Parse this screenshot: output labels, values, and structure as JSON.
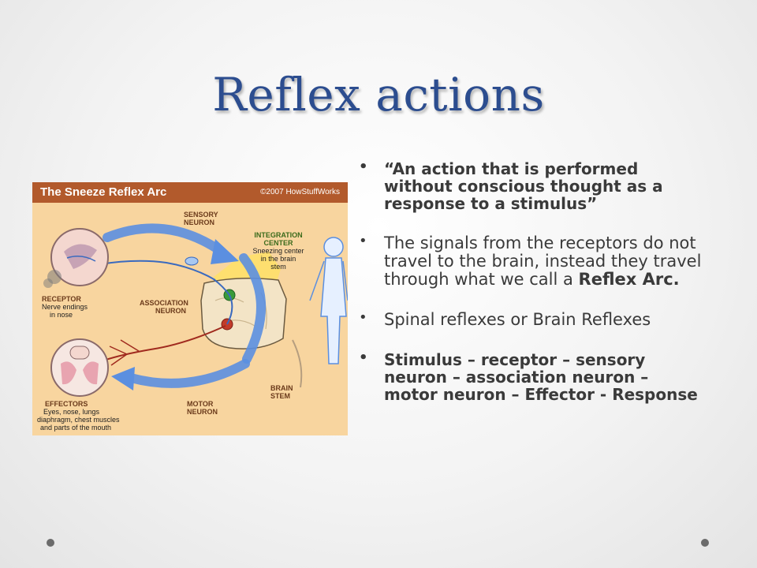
{
  "slide": {
    "title": "Reflex actions",
    "bullets": [
      "“An action that is performed without conscious thought as a response to a stimulus”",
      "The signals from the receptors do not travel to the brain, instead they travel through what we call a",
      "Reflex Arc.",
      "Spinal reflexes or Brain Reflexes",
      "Stimulus – receptor – sensory neuron – association neuron – motor neuron – Effector - Response"
    ]
  },
  "figure": {
    "title": "The Sneeze Reflex Arc",
    "copyright": "©2007 HowStuffWorks",
    "labels": {
      "sensory_neuron_1": "SENSORY",
      "sensory_neuron_2": "NEURON",
      "integration_1": "INTEGRATION",
      "integration_2": "CENTER",
      "integration_desc_1": "Sneezing center",
      "integration_desc_2": "in the brain",
      "integration_desc_3": "stem",
      "receptor": "RECEPTOR",
      "receptor_desc_1": "Nerve endings",
      "receptor_desc_2": "in nose",
      "association_1": "ASSOCIATION",
      "association_2": "NEURON",
      "effectors": "EFFECTORS",
      "effectors_desc_1": "Eyes, nose, lungs",
      "effectors_desc_2": "diaphragm, chest muscles",
      "effectors_desc_3": "and parts of the mouth",
      "motor_1": "MOTOR",
      "motor_2": "NEURON",
      "brain_1": "BRAIN",
      "brain_2": "STEM"
    }
  }
}
